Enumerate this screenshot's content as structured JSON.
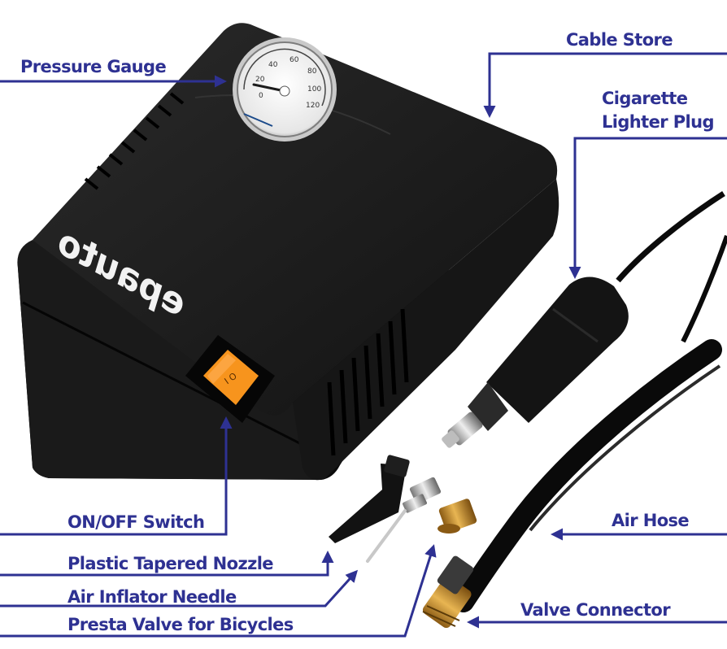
{
  "colors": {
    "label": "#2e3192",
    "leader": "#2e3192",
    "body": "#111111",
    "switch": "#f7941d",
    "brass": "#c8902e"
  },
  "brand": "epauto",
  "gauge": {
    "ticks": [
      "0",
      "20",
      "40",
      "60",
      "80",
      "100",
      "120"
    ]
  },
  "switch": {
    "marks": "I O"
  },
  "labels": {
    "pressure_gauge": "Pressure Gauge",
    "cable_store": "Cable Store",
    "cigarette_plug_line1": "Cigarette",
    "cigarette_plug_line2": "Lighter Plug",
    "on_off_switch": "ON/OFF Switch",
    "air_hose": "Air Hose",
    "plastic_nozzle": "Plastic Tapered Nozzle",
    "air_needle": "Air Inflator Needle",
    "valve_connector": "Valve Connector",
    "presta_valve": "Presta Valve for Bicycles"
  }
}
